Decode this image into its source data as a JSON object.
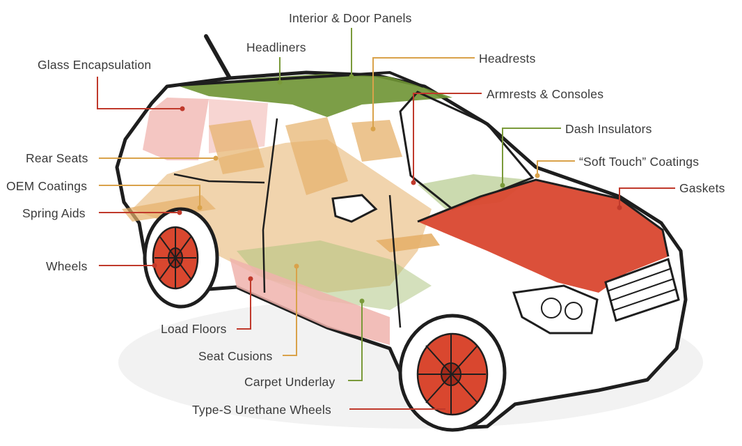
{
  "colors": {
    "red": "#c0392b",
    "red_fill": "#d9472f",
    "green": "#7a9a3a",
    "green_fill": "#6e9433",
    "tan": "#d9a24a",
    "tan_fill": "#e6b06a",
    "pink": "#f0b3ad",
    "outline": "#1e1e1e",
    "text": "#3a3a3a"
  },
  "labels": {
    "interior_door_panels": "Interior & Door Panels",
    "headliners": "Headliners",
    "glass_encapsulation": "Glass Encapsulation",
    "headrests": "Headrests",
    "armrests_consoles": "Armrests & Consoles",
    "dash_insulators": "Dash Insulators",
    "soft_touch_coatings": "“Soft Touch” Coatings",
    "gaskets": "Gaskets",
    "rear_seats": "Rear Seats",
    "oem_coatings": "OEM Coatings",
    "spring_aids": "Spring Aids",
    "wheels": "Wheels",
    "load_floors": "Load Floors",
    "seat_cusions": "Seat Cusions",
    "carpet_underlay": "Carpet Underlay",
    "type_s_urethane_wheels": "Type-S Urethane Wheels"
  }
}
